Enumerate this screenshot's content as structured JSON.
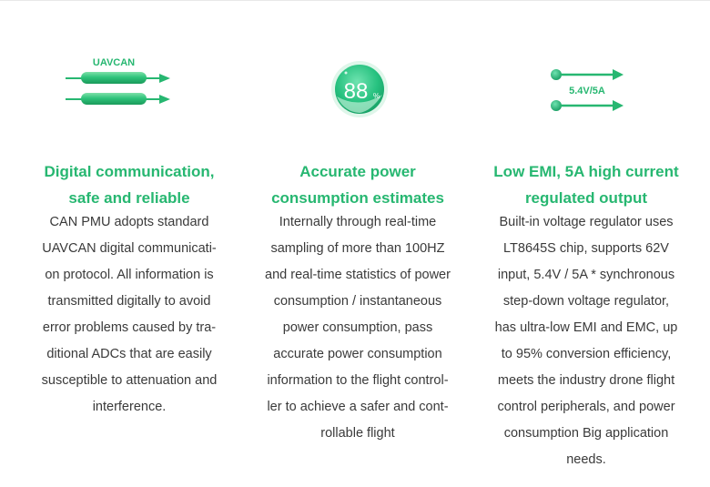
{
  "features": [
    {
      "icon_name": "uavcan-bus-icon",
      "icon_label": "UAVCAN",
      "title_lines": [
        "Digital communication,",
        "safe and reliable"
      ],
      "body_lines": [
        "CAN PMU adopts standard",
        "UAVCAN digital communicati-",
        "on protocol. All information is",
        "transmitted digitally to avoid",
        "error problems caused by tra-",
        "ditional ADCs that are easily",
        "susceptible to attenuation and",
        "interference."
      ]
    },
    {
      "icon_name": "accuracy-gauge-icon",
      "gauge_value": "88",
      "gauge_unit": "%",
      "title_lines": [
        "Accurate power",
        "consumption estimates"
      ],
      "body_lines": [
        "Internally through real-time",
        "sampling of more than 100HZ",
        "and real-time statistics of power",
        "consumption / instantaneous",
        "power consumption, pass",
        "accurate power consumption",
        "information to the flight control-",
        "ler to achieve a safer and cont-",
        "rollable flight"
      ]
    },
    {
      "icon_name": "voltage-output-icon",
      "icon_label": "5.4V/5A",
      "title_lines": [
        "Low EMI, 5A high current",
        "regulated output"
      ],
      "body_lines": [
        "Built-in voltage regulator uses",
        "LT8645S chip, supports 62V",
        "input, 5.4V / 5A * synchronous",
        "step-down voltage regulator,",
        "has ultra-low EMI and EMC, up",
        "to 95% conversion efficiency,",
        "meets the industry drone flight",
        "control peripherals, and power",
        "consumption Big application",
        "needs."
      ]
    }
  ],
  "colors": {
    "accent": "#27b771",
    "text": "#3a3a3a"
  }
}
